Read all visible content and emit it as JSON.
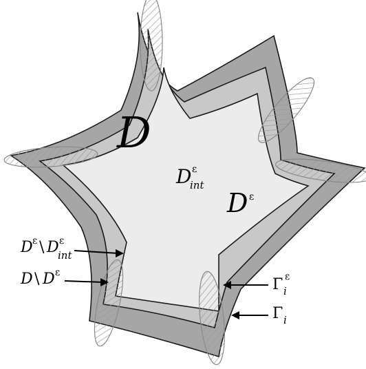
{
  "labels": {
    "D": "D",
    "D_eps_int": {
      "main": "D",
      "sup": "ε",
      "sub": "int"
    },
    "D_eps": {
      "main": "D",
      "sup": "ε"
    },
    "D_eps_minus_D_int": {
      "main1": "D",
      "sup1": "ε",
      "sep": "\\",
      "main2": "D",
      "sup2": "ε",
      "sub2": "int"
    },
    "D_minus_D_eps": {
      "main1": "D",
      "sep": "\\",
      "main2": "D",
      "sup2": "ε"
    },
    "Gamma_i_eps": {
      "main": "Γ",
      "sub": "i",
      "sup": "ε"
    },
    "Gamma_i": {
      "main": "Γ",
      "sub": "i"
    }
  },
  "colors": {
    "outer_region": "#a6a6a6",
    "middle_region": "#c8c8c8",
    "inner_region": "#ececec",
    "outline": "#1a1a1a",
    "hatch": "#9a9a9a"
  }
}
